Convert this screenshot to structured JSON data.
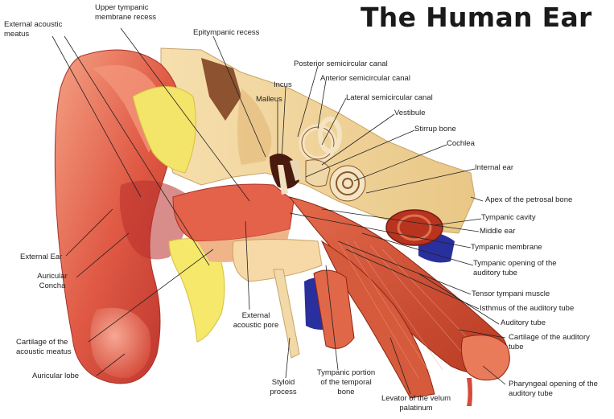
{
  "title": "The Human Ear",
  "labels": {
    "external_acoustic_meatus": "External acoustic meatus",
    "upper_tympanic_membrane_recess": "Upper tympanic membrane recess",
    "epitympanic_recess": "Epitympanic recess",
    "posterior_semicircular_canal": "Posterior semicircular canal",
    "incus": "Incus",
    "anterior_semicircular_canal": "Anterior semicircular canal",
    "malleus": "Malleus",
    "lateral_semicircular_canal": "Lateral semicircular canal",
    "vestibule": "Vestibule",
    "stirrup_bone": "Stirrup bone",
    "cochlea": "Cochlea",
    "internal_ear": "Internal ear",
    "apex_petrosal_bone": "Apex of the petrosal bone",
    "tympanic_cavity": "Tympanic cavity",
    "middle_ear": "Middle ear",
    "tympanic_membrane": "Tympanic membrane",
    "tympanic_opening": "Tympanic opening of the auditory tube",
    "tensor_tympani": "Tensor tympani muscle",
    "isthmus": "Isthmus of the auditory tube",
    "auditory_tube": "Auditory tube",
    "cartilage_auditory_tube": "Cartilage of the auditory tube",
    "pharyngeal_opening": "Pharyngeal opening of the auditory tube",
    "levator": "Levator of the velum palatinum",
    "tympanic_portion": "Tympanic portion of the temporal bone",
    "styloid_process": "Styloid process",
    "external_acoustic_pore": "External acoustic pore",
    "external_ear": "External Ear",
    "auricular_concha": "Auricular Concha",
    "cartilage_meatus": "Cartilage of the acoustic meatus",
    "auricular_lobe": "Auricular lobe"
  },
  "colors": {
    "skin": "#d9473a",
    "skin_light": "#f08a6c",
    "bone": "#f2d59a",
    "cartilage": "#f2e35a",
    "muscle": "#c84a2e",
    "blue": "#2a2f9e",
    "dark": "#5a2410"
  }
}
